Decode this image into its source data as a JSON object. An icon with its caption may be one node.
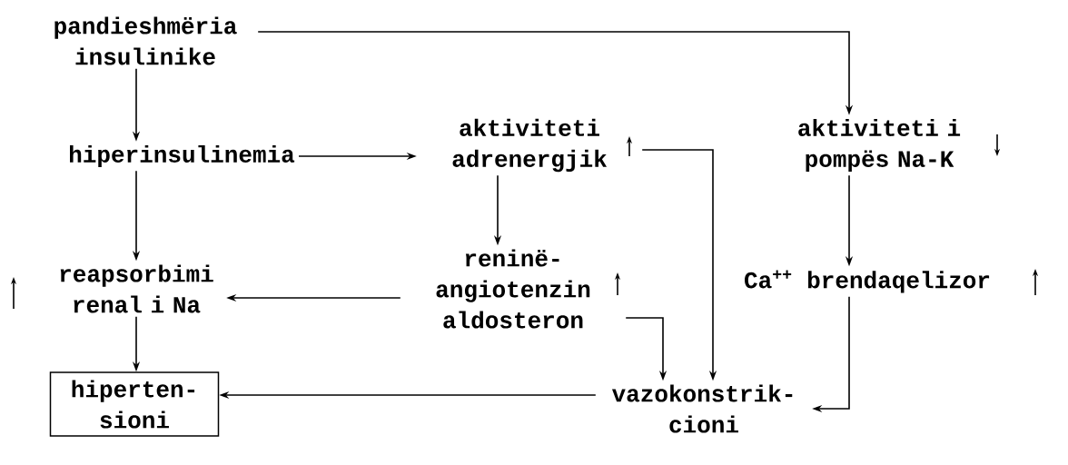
{
  "diagram": {
    "nodes": [
      {
        "text": [
          "pandieshmëria insulinike"
        ]
      },
      {
        "text": [
          "hiperinsulinemia"
        ]
      },
      {
        "text": [
          "aktiviteti adrenergjik"
        ]
      },
      {
        "text": [
          "aktiviteti i pompës Na-K"
        ]
      },
      {
        "text": [
          "reapsorbimi renal i Na"
        ]
      },
      {
        "text": [
          "reninë- angiotenzin aldosteron"
        ]
      },
      {
        "text": [
          "Ca$^{++}$ brendaqelizor"
        ]
      },
      {
        "text": [
          "hiperten- sioni"
        ]
      },
      {
        "text": [
          "vazokonstrik- cioni"
        ]
      }
    ],
    "edges": [
      {
        "from": 0,
        "to": 1,
        "arrow": "to"
      },
      {
        "from": 0,
        "to": 3,
        "arrow": "to"
      },
      {
        "from": 1,
        "to": 2,
        "arrow": "to"
      },
      {
        "from": 1,
        "to": 4,
        "arrow": "to"
      },
      {
        "from": 2,
        "to": 5,
        "arrow": "to"
      },
      {
        "from": 2,
        "to": 8,
        "arrow": "to"
      },
      {
        "from": 3,
        "to": 6,
        "arrow": "to"
      },
      {
        "from": 5,
        "to": 4,
        "arrow": "to"
      },
      {
        "from": 5,
        "to": 8,
        "arrow": "to"
      },
      {
        "from": 4,
        "to": 7,
        "arrow": "to"
      },
      {
        "from": 6,
        "to": 8,
        "arrow": "to"
      },
      {
        "from": 8,
        "to": 7,
        "arrow": "to"
      }
    ]
  }
}
